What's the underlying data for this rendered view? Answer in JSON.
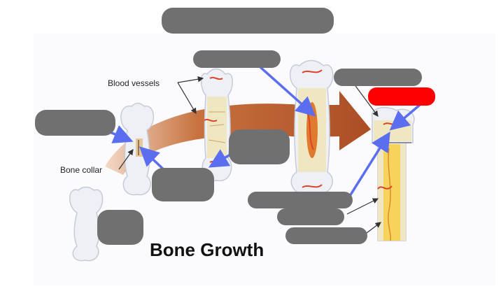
{
  "diagram": {
    "title": "Bone Growth",
    "labels": {
      "blood_vessels": "Blood vessels",
      "bone_collar": "Bone collar"
    },
    "colors": {
      "background": "#ffffff",
      "hidden_label": "#707070",
      "highlight_label": "#ff0000",
      "arrow_blue": "#5b6ef0",
      "growth_arrow": "#b5521e",
      "cartilage": "#eef0f6",
      "spongy_bone": "#efe6c2",
      "marrow": "#f6d35a",
      "vessel": "#d9452b"
    }
  }
}
